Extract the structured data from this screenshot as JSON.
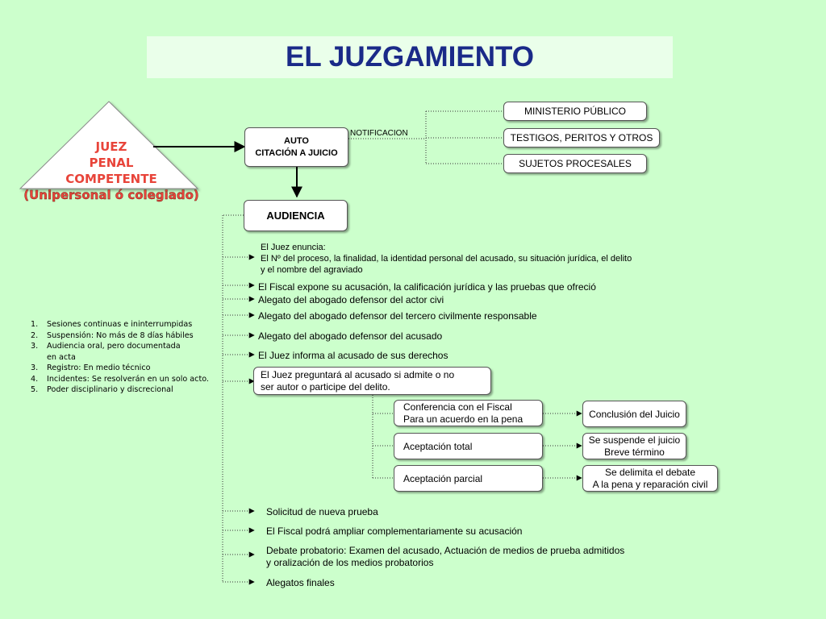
{
  "title": "EL JUZGAMIENTO",
  "judge": {
    "line1": "JUEZ",
    "line2": "PENAL",
    "line3": "COMPETENTE",
    "line4": "(Unipersonal ó colegiado)"
  },
  "auto_box": {
    "line1": "AUTO",
    "line2": "CITACIÓN A JUICIO"
  },
  "notification_label": "NOTIFICACION",
  "notified": [
    "MINISTERIO PÚBLICO",
    "TESTIGOS, PERITOS Y OTROS",
    "SUJETOS PROCESALES"
  ],
  "audiencia": "AUDIENCIA",
  "judge_announces": {
    "heading": "El Juez enuncia:",
    "line1": "El Nº del proceso, la finalidad, la identidad personal del acusado, su situación jurídica, el delito",
    "line2": "y el nombre del agraviado"
  },
  "steps": [
    "El Fiscal expone su acusación, la calificación jurídica y las pruebas que ofreció",
    "Alegato del abogado defensor del actor civi",
    "Alegato del abogado defensor del tercero civilmente responsable",
    "Alegato del abogado defensor del acusado",
    "El Juez informa al acusado de sus derechos"
  ],
  "question": {
    "line1": "El Juez preguntará al acusado si admite o no",
    "line2": "ser autor o participe del delito."
  },
  "options": [
    {
      "line1": "Conferencia con el Fiscal",
      "line2": "Para un acuerdo en la pena"
    },
    {
      "line1": "Aceptación total",
      "line2": ""
    },
    {
      "line1": "Aceptación parcial",
      "line2": ""
    }
  ],
  "outcomes": [
    {
      "line1": "Conclusión del Juicio",
      "line2": ""
    },
    {
      "line1": "Se suspende el juicio",
      "line2": "Breve término"
    },
    {
      "line1": "Se delimita el debate",
      "line2": "A la pena y reparación civil"
    }
  ],
  "final_steps": [
    "Solicitud de nueva prueba",
    "El Fiscal podrá ampliar complementariamente su acusación",
    "Debate probatorio: Examen del acusado, Actuación de medios de prueba admitidos",
    "y oralización de los medios probatorios",
    "Alegatos finales"
  ],
  "notes": [
    {
      "num": "1.",
      "text": "Sesiones continuas e ininterrumpidas"
    },
    {
      "num": "2.",
      "text": "Suspensión: No más de 8 días hábiles"
    },
    {
      "num": "3.",
      "text": "Audiencia oral, pero documentada"
    },
    {
      "num": "",
      "text": "en acta"
    },
    {
      "num": "3.",
      "text": "Registro: En medio técnico"
    },
    {
      "num": "4.",
      "text": "Incidentes: Se resolverán en un solo acto."
    },
    {
      "num": "5.",
      "text": "Poder disciplinario y discrecional"
    }
  ],
  "colors": {
    "background": "#ccffcc",
    "title_bar": "#eaffea",
    "title_text": "#1a2a88",
    "judge_text": "#e8443a",
    "box_fill": "#ffffff"
  }
}
